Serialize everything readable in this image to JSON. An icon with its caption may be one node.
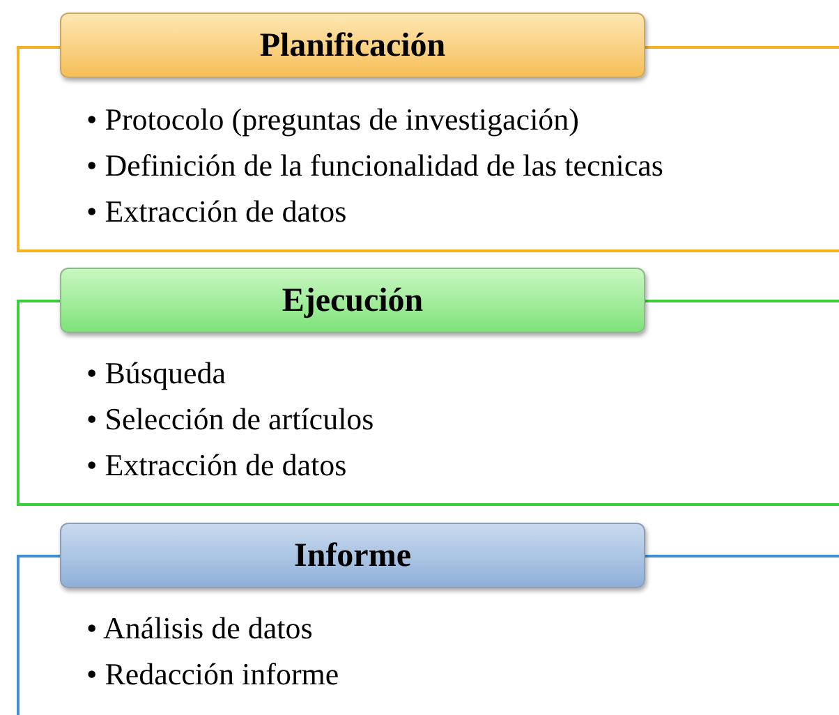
{
  "diagram": {
    "nodes": [
      {
        "text": [
          "Planificación"
        ]
      },
      {
        "text": [
          "• Protocolo (preguntas de investigación)",
          "• Definición de la funcionalidad de las tecnicas",
          "• Extracción de datos"
        ]
      },
      {
        "text": [
          "Ejecución"
        ]
      },
      {
        "text": [
          "• Búsqueda",
          "• Selección de artículos",
          "• Extracción de datos"
        ]
      },
      {
        "text": [
          "Informe"
        ]
      },
      {
        "text": [
          "• Análisis de datos",
          "• Redacción informe"
        ]
      }
    ]
  }
}
